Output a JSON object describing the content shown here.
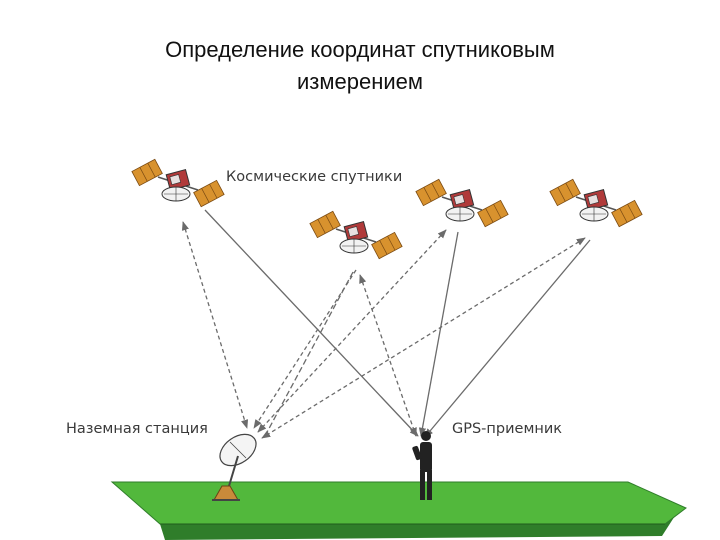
{
  "title": {
    "line1": "Определение координат спутниковым",
    "line2": "измерением"
  },
  "diagram": {
    "satellites_label": "Космические спутники",
    "ground_station_label": "Наземная станция",
    "gps_receiver_label": "GPS-приемник",
    "satellites": [
      {
        "id": "sat-1",
        "icon": "satellite-icon"
      },
      {
        "id": "sat-2",
        "icon": "satellite-icon"
      },
      {
        "id": "sat-3",
        "icon": "satellite-icon"
      },
      {
        "id": "sat-4",
        "icon": "satellite-icon"
      }
    ],
    "colors": {
      "ground_top": "#52b83c",
      "ground_side": "#2f7d2a",
      "solar_panel": "#d8922e",
      "signal_line": "#6b6b6b",
      "receiver_person": "#222222"
    }
  }
}
